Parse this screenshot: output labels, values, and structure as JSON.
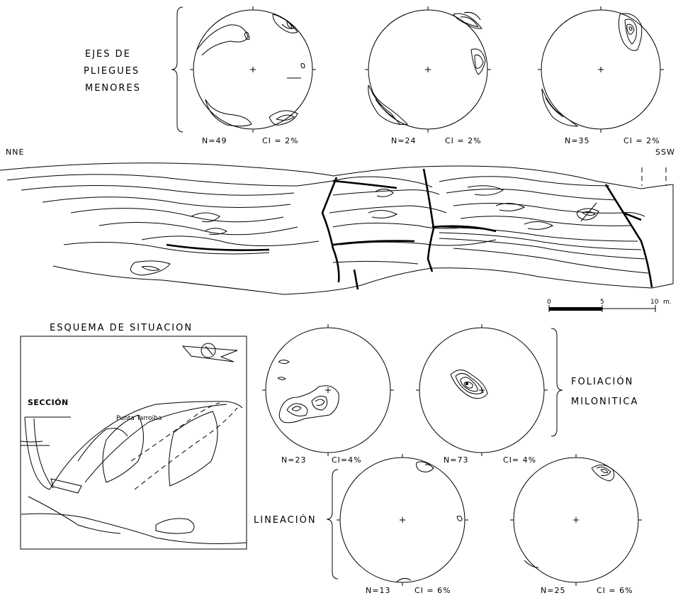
{
  "labels": {
    "fold_axes_line1": "EJES DE",
    "fold_axes_line2": "PLIEGUES",
    "fold_axes_line3": "MENORES",
    "foliation_line1": "FOLIACIÓN",
    "foliation_line2": "MILONITICA",
    "lineation": "LINEACIÓN",
    "nne": "NNE",
    "ssw": "SSW",
    "situation_title": "ESQUEMA DE SITUACION",
    "section": "SECCIÓN",
    "punta": "Punta Tarroiba"
  },
  "scale_bar": {
    "tick_0": "0",
    "tick_5": "5",
    "tick_10": "10",
    "unit": "m."
  },
  "stereonets": [
    {
      "n": "N=49",
      "ci": "CI = 2%"
    },
    {
      "n": "N=24",
      "ci": "CI = 2%"
    },
    {
      "n": "N=35",
      "ci": "CI = 2%"
    },
    {
      "n": "N=23",
      "ci": "CI=4%"
    },
    {
      "n": "N=73",
      "ci": "CI= 4%"
    },
    {
      "n": "N=13",
      "ci": "CI = 6%"
    },
    {
      "n": "N=25",
      "ci": "CI = 6%"
    }
  ]
}
